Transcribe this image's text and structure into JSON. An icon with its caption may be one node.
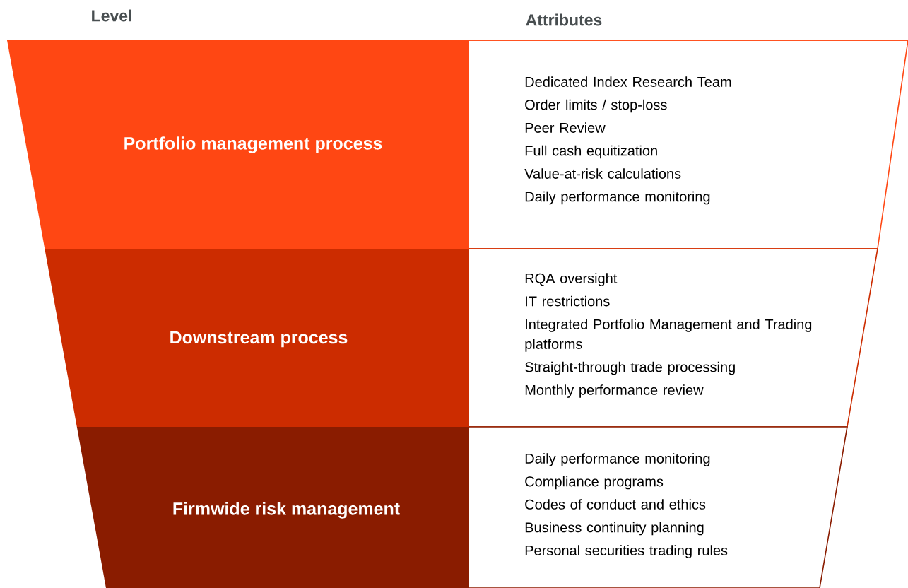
{
  "diagram": {
    "nodes": [
      {
        "text": [
          "Portfolio management process"
        ]
      },
      {
        "text": [
          "Dedicated Index Research Team",
          "Order limits / stop-loss",
          "Peer Review",
          "Full cash equitization",
          "Value-at-risk calculations",
          "Daily performance monitoring"
        ]
      },
      {
        "text": [
          "Downstream process"
        ]
      },
      {
        "text": [
          "RQA oversight",
          "IT restrictions",
          "Integrated Portfolio Management and Trading platforms",
          "Straight-through trade processing",
          "Monthly performance review"
        ]
      },
      {
        "text": [
          "Firmwide risk management"
        ]
      },
      {
        "text": [
          "Daily performance monitoring",
          "Compliance programs",
          "Codes of conduct and ethics",
          "Business continuity planning",
          "Personal securities trading rules"
        ]
      }
    ],
    "edges": [],
    "labels": [
      "Level",
      "Attributes"
    ]
  }
}
